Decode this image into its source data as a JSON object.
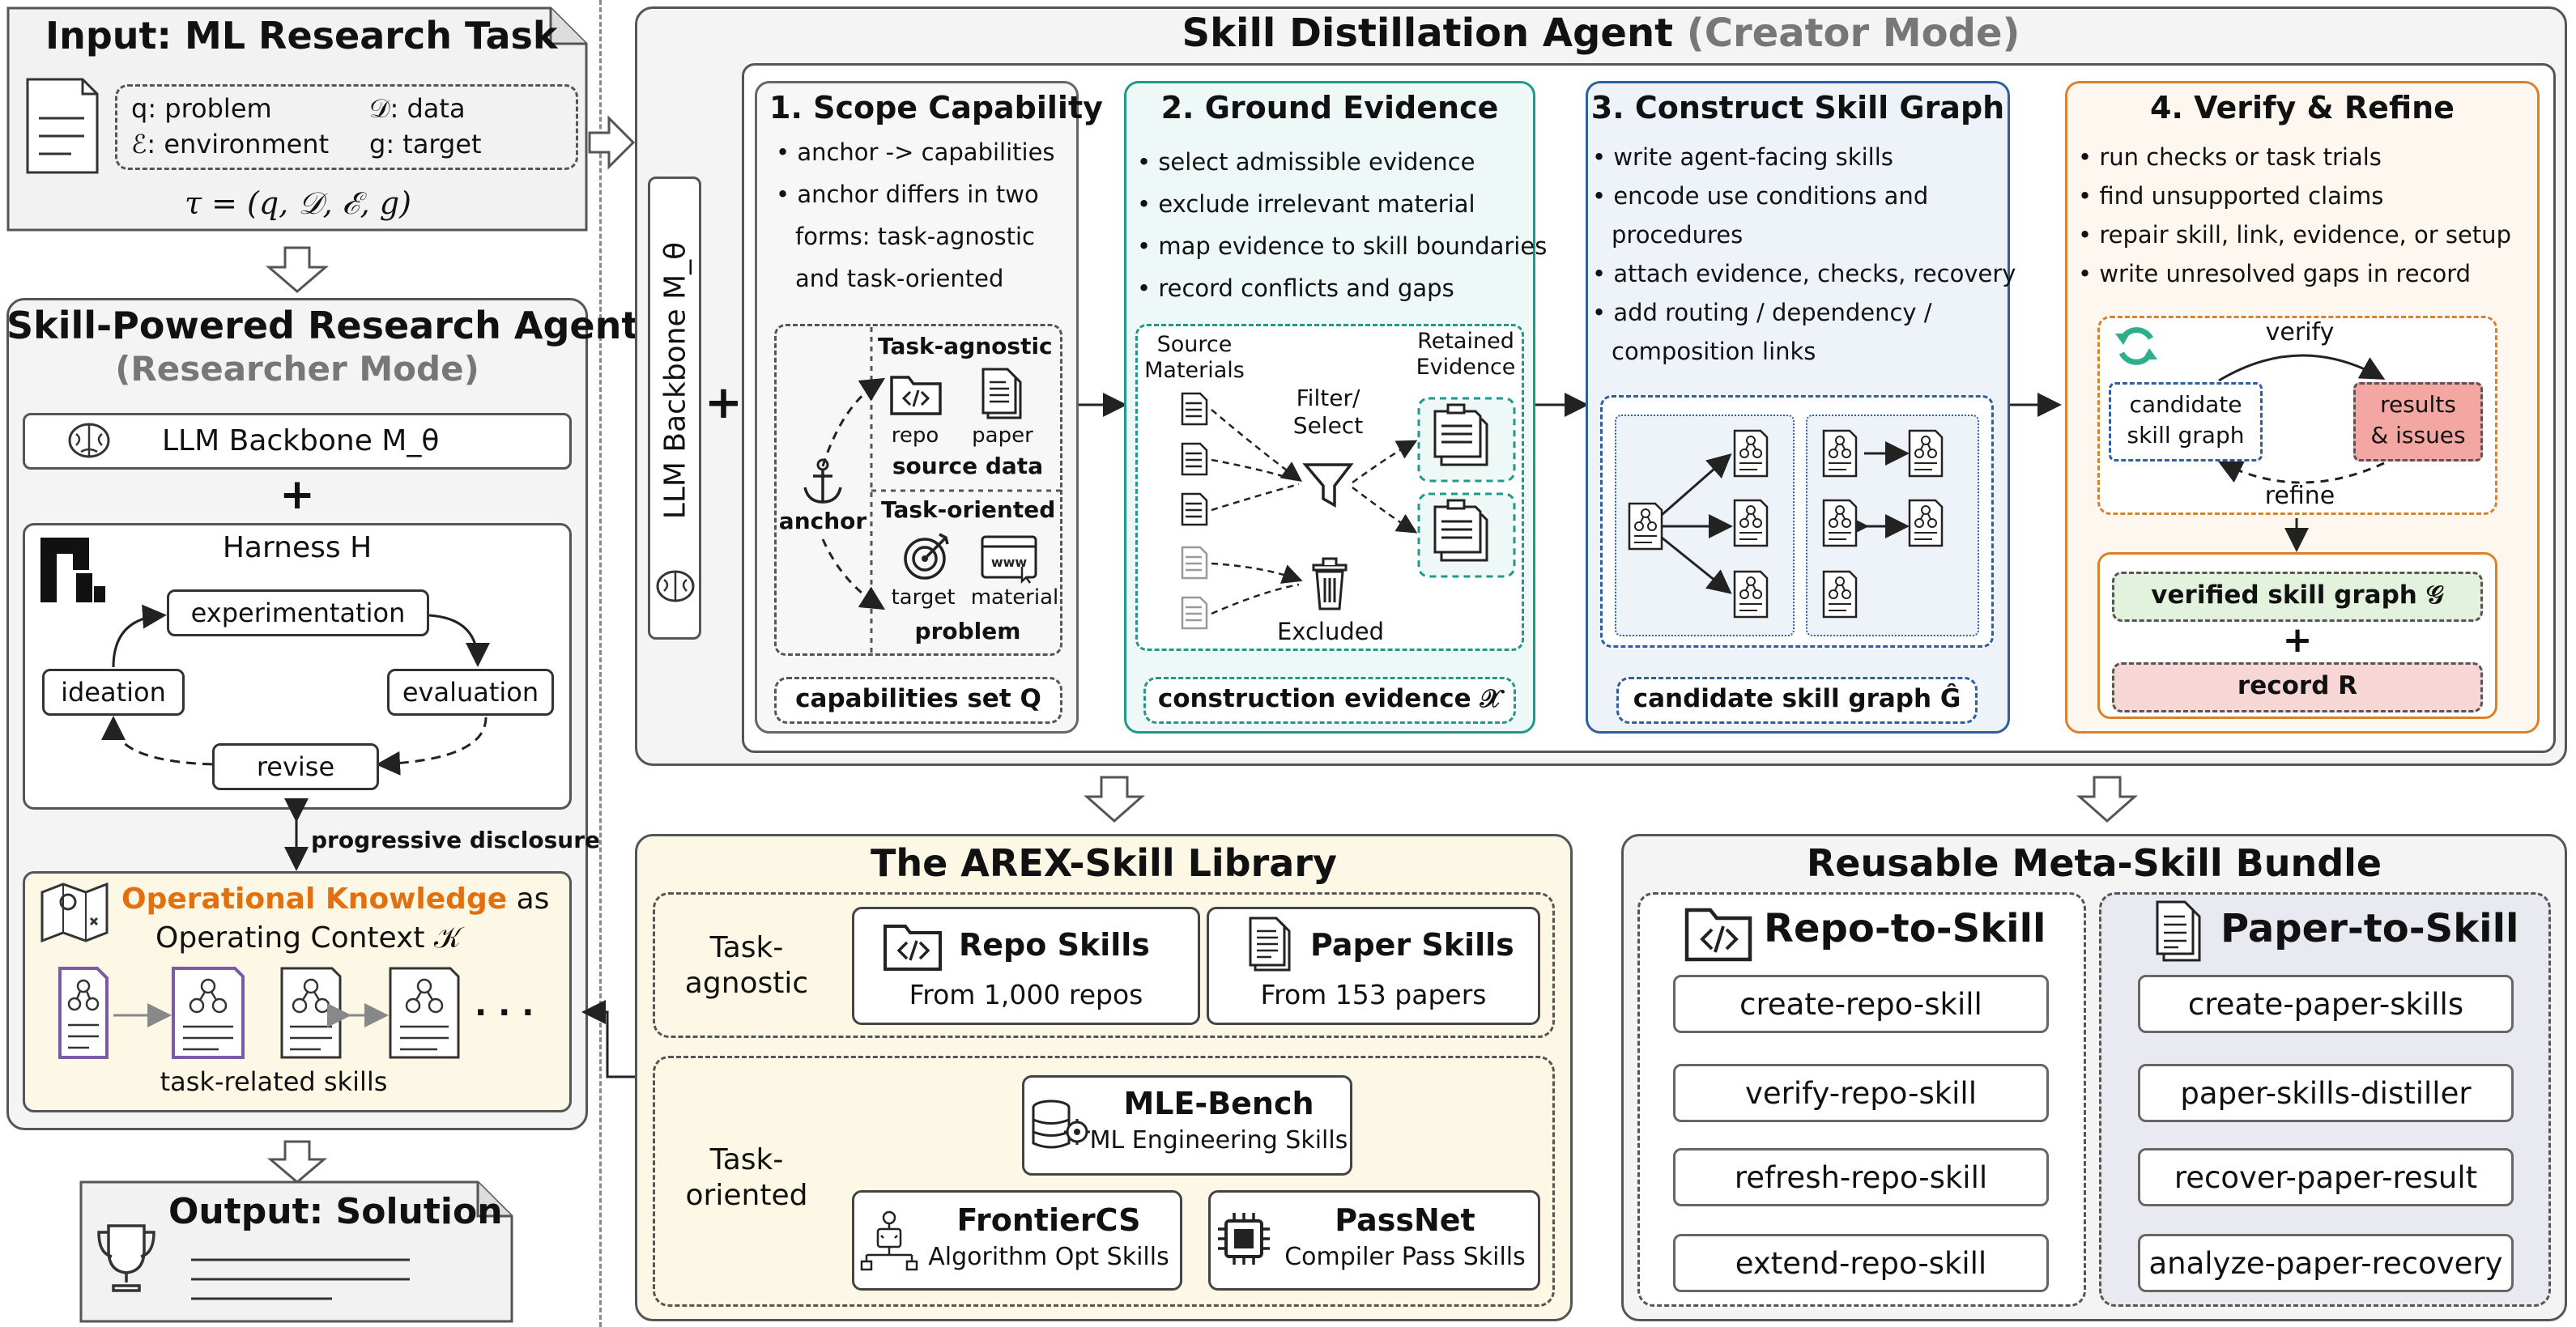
{
  "input": {
    "title": "Input: ML Research Task",
    "vars": [
      "q: problem",
      "𝒟: data",
      "ℰ: environment",
      "g: target"
    ],
    "formula": "τ = (q, 𝒟, ℰ, g)"
  },
  "researcher": {
    "title": "Skill-Powered Research Agent",
    "subtitle": "(Researcher Mode)",
    "backbone": "LLM Backbone M_θ",
    "plus": "+",
    "harness": "Harness H",
    "loop": {
      "experimentation": "experimentation",
      "ideation": "ideation",
      "evaluation": "evaluation",
      "revise": "revise"
    },
    "disclosure": "progressive disclosure",
    "ok_highlight": "Operational Knowledge",
    "ok_as": " as",
    "ok_context": "Operating Context 𝒦",
    "skills_label": "task-related skills",
    "ellipsis": "· · ·"
  },
  "output": {
    "title": "Output: Solution"
  },
  "creator": {
    "title": "Skill Distillation Agent",
    "mode": "(Creator Mode)",
    "backbone": "LLM Backbone M_θ",
    "plus": "+",
    "steps": [
      {
        "title": "1. Scope Capability",
        "bullets": [
          "anchor -> capabilities",
          "anchor differs in two",
          "forms: task-agnostic",
          "and task-oriented"
        ],
        "agnostic": "Task-agnostic",
        "repo": "repo",
        "paper": "paper",
        "source_data": "source data",
        "anchor": "anchor",
        "oriented": "Task-oriented",
        "target": "target",
        "material": "material",
        "problem": "problem",
        "footer": "capabilities set Q"
      },
      {
        "title": "2. Ground Evidence",
        "bullets": [
          "select admissible evidence",
          "exclude irrelevant material",
          "map evidence to skill boundaries",
          "record conflicts and gaps"
        ],
        "source": [
          "Source",
          "Materials"
        ],
        "filter": [
          "Filter/",
          "Select"
        ],
        "retained": [
          "Retained",
          "Evidence"
        ],
        "excluded": "Excluded",
        "footer": "construction evidence 𝒳"
      },
      {
        "title": "3. Construct Skill Graph",
        "bullets": [
          "write agent-facing skills",
          "encode use conditions and",
          "procedures",
          "attach evidence, checks, recovery",
          "add routing / dependency /",
          "composition links"
        ],
        "footer": "candidate skill graph Ĝ"
      },
      {
        "title": "4. Verify & Refine",
        "bullets": [
          "run checks or task trials",
          "find unsupported claims",
          "repair skill, link, evidence, or setup",
          "write unresolved gaps in record"
        ],
        "verify": "verify",
        "refine": "refine",
        "candidate": [
          "candidate",
          "skill graph"
        ],
        "results": [
          "results",
          "& issues"
        ],
        "verified": "verified skill graph 𝒢",
        "plus": "+",
        "record": "record R"
      }
    ]
  },
  "library": {
    "title": "The AREX-Skill Library",
    "agnostic_label": [
      "Task-",
      "agnostic"
    ],
    "oriented_label": [
      "Task-",
      "oriented"
    ],
    "repo": {
      "name": "Repo Skills",
      "sub": "From 1,000 repos"
    },
    "paper": {
      "name": "Paper Skills",
      "sub": "From 153 papers"
    },
    "mle": {
      "name": "MLE-Bench",
      "sub": "ML Engineering Skills"
    },
    "frontier": {
      "name": "FrontierCS",
      "sub": "Algorithm Opt Skills"
    },
    "passnet": {
      "name": "PassNet",
      "sub": "Compiler Pass Skills"
    }
  },
  "bundle": {
    "title": "Reusable Meta-Skill Bundle",
    "repo_title": "Repo-to-Skill",
    "paper_title": "Paper-to-Skill",
    "repo_items": [
      "create-repo-skill",
      "verify-repo-skill",
      "refresh-repo-skill",
      "extend-repo-skill"
    ],
    "paper_items": [
      "create-paper-skills",
      "paper-skills-distiller",
      "recover-paper-result",
      "analyze-paper-recovery"
    ]
  },
  "colors": {
    "orange": "#e3700f",
    "teal": "#1f9a8a",
    "blue": "#2f5f9e",
    "amber": "#d9822b",
    "cream": "#fdf7e6",
    "green_fill": "#e3f2dd",
    "pink_fill": "#f7d7d5",
    "red_fill": "#f4a6a3"
  }
}
